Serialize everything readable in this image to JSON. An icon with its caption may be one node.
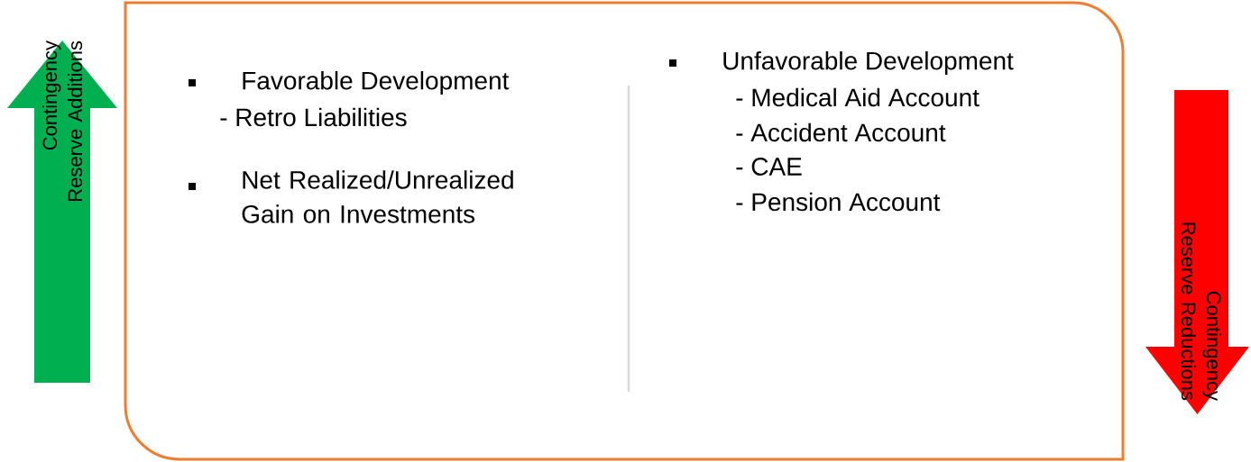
{
  "diagram": {
    "nodes": [
      {
        "text": [
          "Favorable Development",
          "- Retro Liabilities",
          "Net Realized/Unrealized Gain on Investments",
          "Unfavorable Development",
          "- Medical Aid Account",
          "- Accident Account",
          "- CAE",
          "- Pension Account"
        ]
      },
      {
        "text": [
          "Contingency Reserve Additions"
        ]
      },
      {
        "text": [
          "Contingency Reserve Reductions"
        ]
      }
    ]
  }
}
